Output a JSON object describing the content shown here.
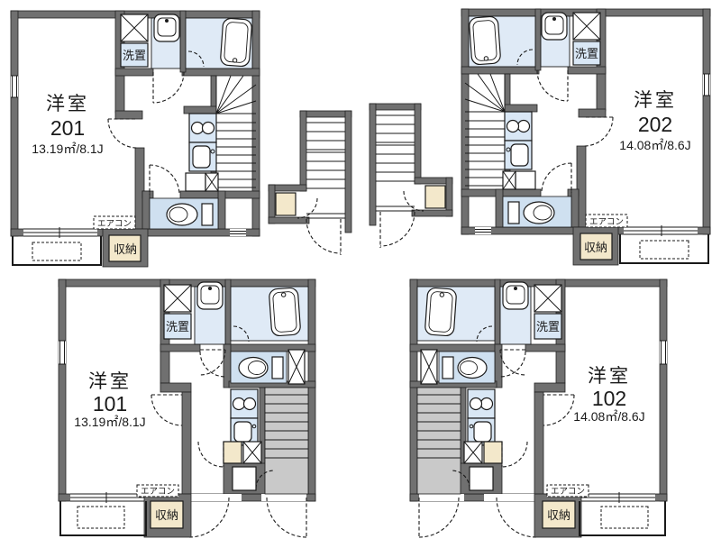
{
  "document": {
    "kind": "apartment-floor-plan"
  },
  "colors": {
    "wall": "#707070",
    "fixture": "#d9e7f5",
    "room_blue": "#dfeaf6",
    "toilet_blue": "#cfe0f0",
    "beige": "#f3e8cb",
    "stair_gray": "#c9c9c9",
    "line": "#1a1a1a"
  },
  "units": [
    {
      "id": "201",
      "room_type": "洋室",
      "unit_number": "201",
      "area": "13.19㎡/8.1J",
      "labels": {
        "washer_space": "洗置",
        "storage": "収納",
        "air_conditioner": "エアコン"
      }
    },
    {
      "id": "202",
      "room_type": "洋室",
      "unit_number": "202",
      "area": "14.08㎡/8.6J",
      "labels": {
        "washer_space": "洗置",
        "storage": "収納",
        "air_conditioner": "エアコン"
      }
    },
    {
      "id": "101",
      "room_type": "洋室",
      "unit_number": "101",
      "area": "13.19㎡/8.1J",
      "labels": {
        "washer_space": "洗置",
        "storage": "収納",
        "air_conditioner": "エアコン"
      }
    },
    {
      "id": "102",
      "room_type": "洋室",
      "unit_number": "102",
      "area": "14.08㎡/8.6J",
      "labels": {
        "washer_space": "洗置",
        "storage": "収納",
        "air_conditioner": "エアコン"
      }
    }
  ]
}
